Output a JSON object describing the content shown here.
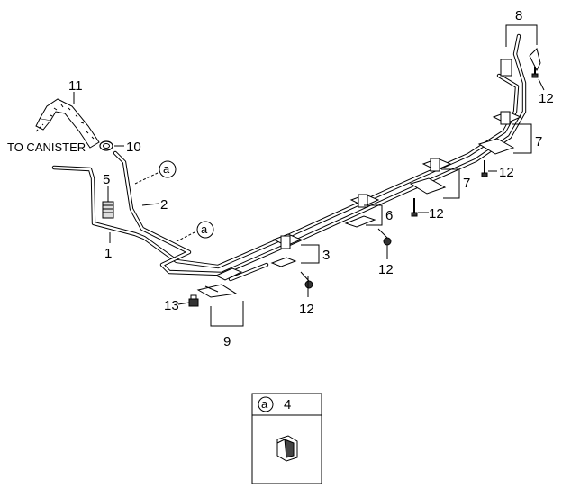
{
  "callouts": {
    "c1": "1",
    "c2": "2",
    "c3": "3",
    "c5": "5",
    "c6": "6",
    "c7a": "7",
    "c7b": "7",
    "c8": "8",
    "c9": "9",
    "c10": "10",
    "c11": "11",
    "c12a": "12",
    "c12b": "12",
    "c12c": "12",
    "c12d": "12",
    "c12e": "12",
    "c13": "13"
  },
  "labels": {
    "to_canister": "TO CANISTER",
    "ref_a1": "a",
    "ref_a2": "a"
  },
  "detail_box": {
    "ref": "a",
    "part_number": "4"
  }
}
